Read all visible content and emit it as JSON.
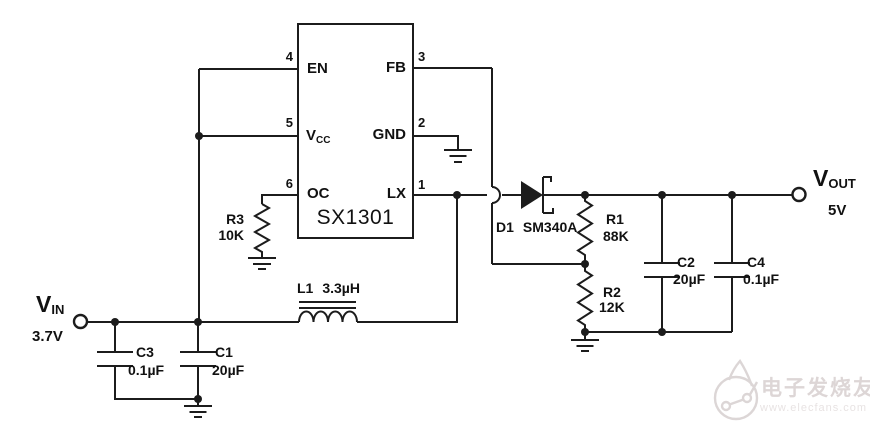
{
  "page": {
    "background": "#ffffff",
    "line_color": "#1c1c1c"
  },
  "ic": {
    "part_number": "SX1301",
    "pins": [
      {
        "num": "4",
        "name": "EN",
        "side": "left"
      },
      {
        "num": "5",
        "name": "V",
        "name_sub": "CC",
        "side": "left"
      },
      {
        "num": "6",
        "name": "OC",
        "side": "left"
      },
      {
        "num": "3",
        "name": "FB",
        "side": "right"
      },
      {
        "num": "2",
        "name": "GND",
        "side": "right"
      },
      {
        "num": "1",
        "name": "LX",
        "side": "right"
      }
    ]
  },
  "terminals": {
    "vin": {
      "symbol": "V",
      "sub": "IN",
      "voltage": "3.7V"
    },
    "vout": {
      "symbol": "V",
      "sub": "OUT",
      "voltage": "5V"
    }
  },
  "components": {
    "r1": {
      "ref": "R1",
      "value": "88K"
    },
    "r2": {
      "ref": "R2",
      "value": "12K"
    },
    "r3": {
      "ref": "R3",
      "value": "10K"
    },
    "c1": {
      "ref": "C1",
      "value": "20µF"
    },
    "c2": {
      "ref": "C2",
      "value": "20µF"
    },
    "c3": {
      "ref": "C3",
      "value": "0.1µF"
    },
    "c4": {
      "ref": "C4",
      "value": "0.1µF"
    },
    "l1": {
      "ref": "L1",
      "value": "3.3µH"
    },
    "d1": {
      "ref": "D1",
      "value": "SM340A"
    }
  },
  "watermark": {
    "brand": "电子发烧友",
    "url": "www.elecfans.com",
    "brand_color": "#ddd6d6",
    "url_color": "#e8e3e3",
    "logo_color": "#dcd6d6"
  }
}
